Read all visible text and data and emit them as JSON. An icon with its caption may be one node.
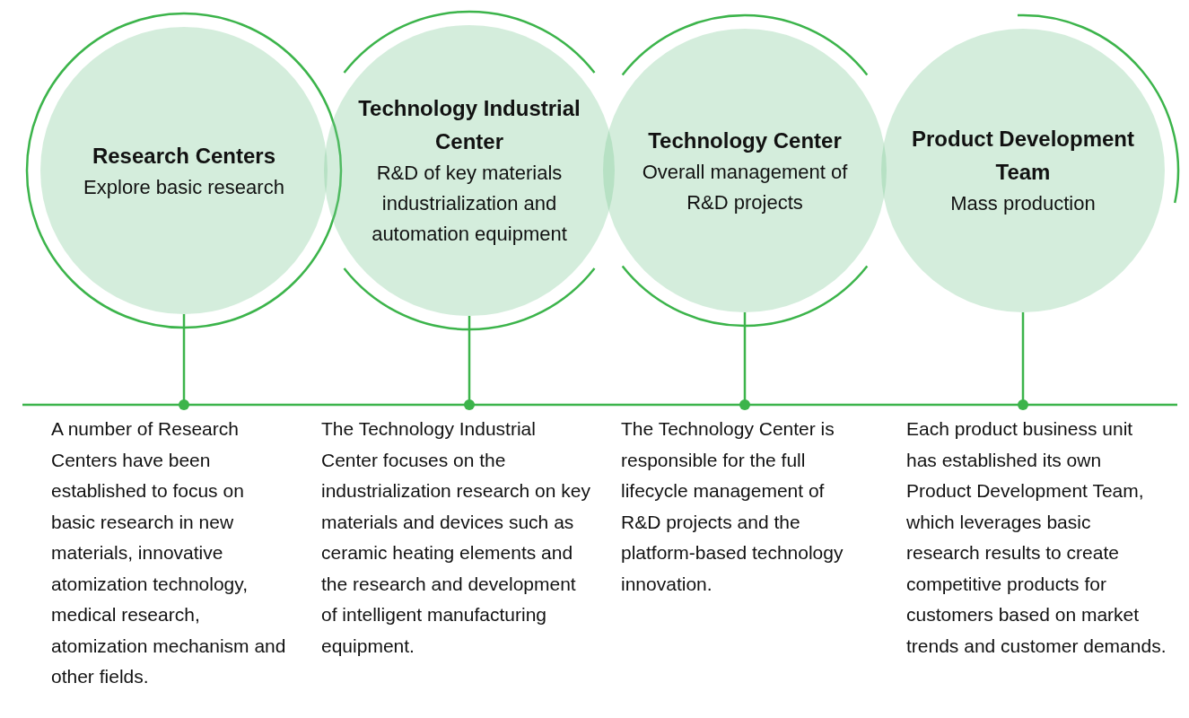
{
  "diagram": {
    "nodes": [
      {
        "text": [
          "Research Centers",
          "Explore basic research"
        ]
      },
      {
        "text": [
          "Technology Industrial Center",
          "R&D of key materials industrialization and automation equipment"
        ]
      },
      {
        "text": [
          "Technology Center",
          "Overall management of R&D projects"
        ]
      },
      {
        "text": [
          "Product Development Team",
          "Mass production"
        ]
      },
      {
        "text": [
          "A number of Research Centers have been established to focus on basic research in new materials, innovative atomization technology, medical research, atomization mechanism and other fields."
        ]
      },
      {
        "text": [
          "The Technology Industrial Center focuses on the industrialization research on key materials and devices such as ceramic heating elements and the research and development of intelligent manufacturing equipment."
        ]
      },
      {
        "text": [
          "The Technology Center is responsible for the full lifecycle management of R&D projects and the platform-based technology innovation."
        ]
      },
      {
        "text": [
          "Each product business unit has established its own Product Development Team, which leverages basic research results to create competitive products for customers based on market trends and customer demands."
        ]
      }
    ],
    "edges": [
      {
        "from": 0,
        "to": 4,
        "arrow": "other"
      },
      {
        "from": 1,
        "to": 5,
        "arrow": "other"
      },
      {
        "from": 2,
        "to": 6,
        "arrow": "other"
      },
      {
        "from": 3,
        "to": 7,
        "arrow": "other"
      }
    ]
  }
}
